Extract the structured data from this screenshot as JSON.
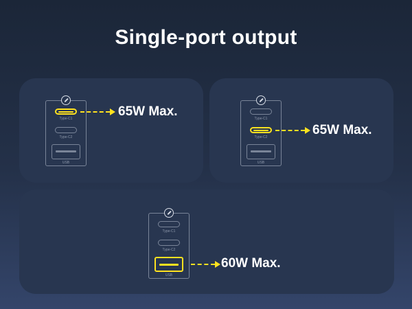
{
  "title": "Single-port output",
  "port_labels": {
    "c1": "Type-C1",
    "c2": "Type-C2",
    "usb": "USB"
  },
  "panels": [
    {
      "active_port": "Type-C1",
      "power": "65W Max."
    },
    {
      "active_port": "Type-C2",
      "power": "65W Max."
    },
    {
      "active_port": "USB",
      "power": "60W Max."
    }
  ],
  "colors": {
    "highlight": "#ffe21f",
    "card": "#283650",
    "outline": "#7a8599"
  }
}
